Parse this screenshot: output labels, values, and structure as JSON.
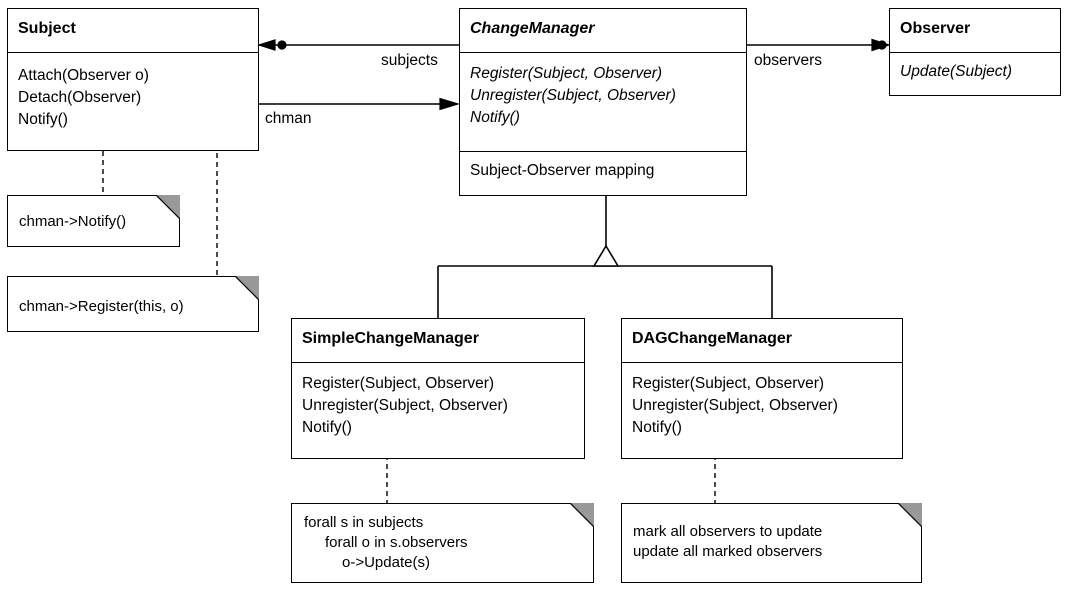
{
  "classes": {
    "subject": {
      "name": "Subject",
      "operations": [
        "Attach(Observer o)",
        "Detach(Observer)",
        "Notify()"
      ]
    },
    "change_manager": {
      "name": "ChangeManager",
      "operations": [
        "Register(Subject, Observer)",
        "Unregister(Subject, Observer)",
        "Notify()"
      ],
      "attributes": [
        "Subject-Observer mapping"
      ]
    },
    "observer": {
      "name": "Observer",
      "operations": [
        "Update(Subject)"
      ]
    },
    "simple_change_manager": {
      "name": "SimpleChangeManager",
      "operations": [
        "Register(Subject, Observer)",
        "Unregister(Subject, Observer)",
        "Notify()"
      ]
    },
    "dag_change_manager": {
      "name": "DAGChangeManager",
      "operations": [
        "Register(Subject, Observer)",
        "Unregister(Subject, Observer)",
        "Notify()"
      ]
    }
  },
  "associations": {
    "subjects": "subjects",
    "chman": "chman",
    "observers": "observers"
  },
  "notes": {
    "subject_notify": [
      "chman->Notify()"
    ],
    "subject_attach": [
      "chman->Register(this, o)"
    ],
    "simple_notify": [
      "forall s in subjects",
      "forall o in s.observers",
      "o->Update(s)"
    ],
    "dag_notify": [
      "mark all observers to update",
      "update all marked observers"
    ]
  }
}
